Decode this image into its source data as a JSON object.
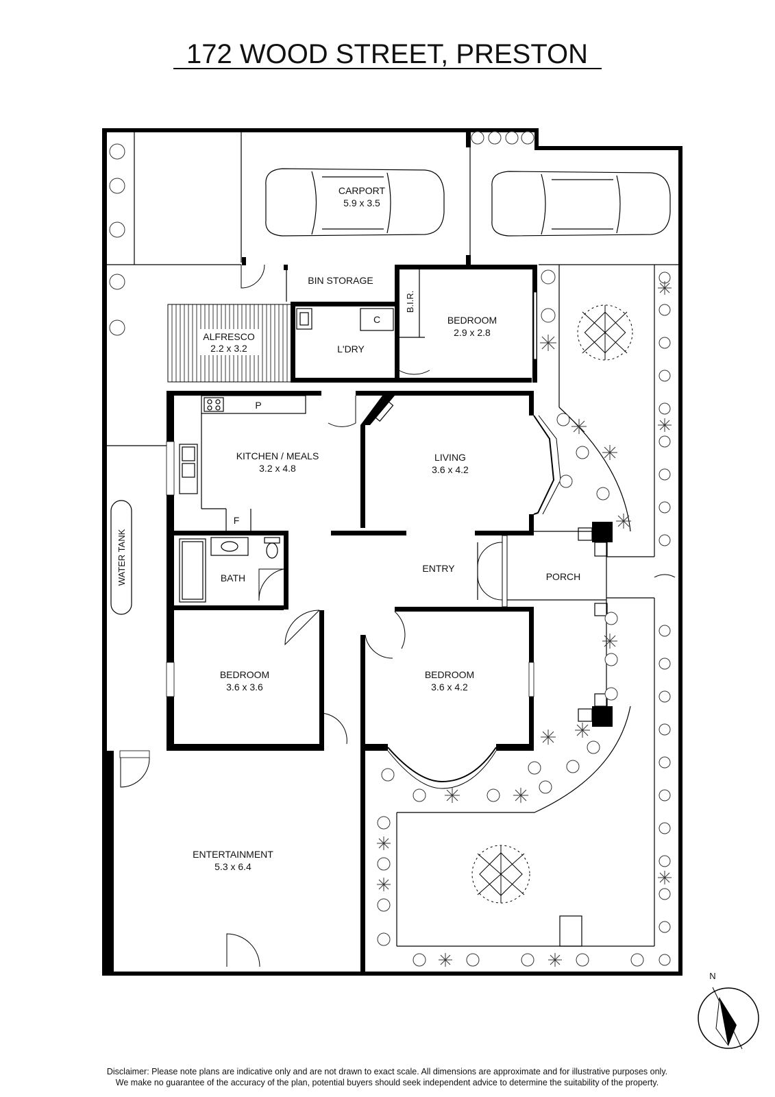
{
  "title": "172 WOOD STREET, PRESTON",
  "rooms": {
    "carport": {
      "name": "CARPORT",
      "dims": "5.9 x 3.5"
    },
    "bin_storage": {
      "name": "BIN STORAGE"
    },
    "alfresco": {
      "name": "ALFRESCO",
      "dims": "2.2 x 3.2"
    },
    "laundry": {
      "name": "L'DRY",
      "cupboard": "C"
    },
    "bir": {
      "name": "B.I.R."
    },
    "bedroom_1": {
      "name": "BEDROOM",
      "dims": "2.9 x 2.8"
    },
    "kitchen": {
      "name": "KITCHEN / MEALS",
      "dims": "3.2 x 4.8",
      "pantry": "P",
      "fridge": "F"
    },
    "living": {
      "name": "LIVING",
      "dims": "3.6 x 4.2"
    },
    "water_tank": {
      "name": "WATER TANK"
    },
    "bath": {
      "name": "BATH"
    },
    "entry": {
      "name": "ENTRY"
    },
    "porch": {
      "name": "PORCH"
    },
    "bedroom_2": {
      "name": "BEDROOM",
      "dims": "3.6 x 3.6"
    },
    "bedroom_3": {
      "name": "BEDROOM",
      "dims": "3.6 x 4.2"
    },
    "entertainment": {
      "name": "ENTERTAINMENT",
      "dims": "5.3 x 6.4"
    }
  },
  "compass": {
    "label": "N"
  },
  "disclaimer": {
    "line1": "Disclaimer: Please note plans are indicative only and are not drawn to exact scale. All dimensions are approximate and for illustrative purposes only.",
    "line2": "We make no guarantee of the accuracy of the plan, potential buyers should seek independent advice to determine the suitability of the property."
  }
}
